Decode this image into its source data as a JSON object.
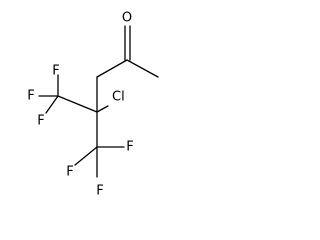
{
  "molecule": {
    "atoms": {
      "O": "O",
      "Cl": "Cl",
      "F1": "F",
      "F2": "F",
      "F3": "F",
      "F4": "F",
      "F5": "F",
      "F6": "F"
    }
  },
  "colors": {
    "bond": "#000000",
    "label": "#000000",
    "background": "#ffffff"
  }
}
